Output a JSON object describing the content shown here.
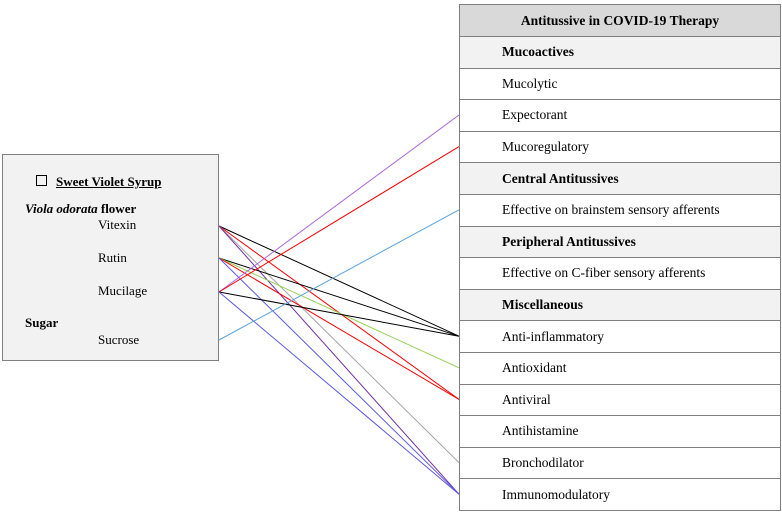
{
  "left_panel": {
    "title": "Sweet Violet Syrup",
    "plant_italic": "Viola odorata",
    "plant_suffix": " flower",
    "compounds": [
      "Vitexin",
      "Rutin",
      "Mucilage"
    ],
    "sugar_heading": "Sugar",
    "sugar_item": "Sucrose"
  },
  "right_table": {
    "header": "Antitussive  in  COVID-19 Therapy",
    "rows": [
      {
        "type": "section",
        "label": "Mucoactives"
      },
      {
        "type": "item",
        "label": "Mucolytic"
      },
      {
        "type": "item",
        "label": "Expectorant"
      },
      {
        "type": "item",
        "label": "Mucoregulatory"
      },
      {
        "type": "section",
        "label": "Central Antitussives"
      },
      {
        "type": "item",
        "label": "Effective on brainstem sensory afferents"
      },
      {
        "type": "section",
        "label": "Peripheral Antitussives"
      },
      {
        "type": "item",
        "label": "Effective on C-fiber sensory afferents"
      },
      {
        "type": "section",
        "label": "Miscellaneous"
      },
      {
        "type": "item",
        "label": "Anti-inflammatory"
      },
      {
        "type": "item",
        "label": "Antioxidant"
      },
      {
        "type": "item",
        "label": "Antiviral"
      },
      {
        "type": "item",
        "label": "Antihistamine"
      },
      {
        "type": "item",
        "label": "Bronchodilator"
      },
      {
        "type": "item",
        "label": "Immunomodulatory"
      }
    ]
  },
  "connections": [
    {
      "from": "Vitexin",
      "to": "Anti-inflammatory",
      "color": "#000000"
    },
    {
      "from": "Vitexin",
      "to": "Antiviral",
      "color": "#ff0000"
    },
    {
      "from": "Vitexin",
      "to": "Bronchodilator",
      "color": "#a6a6a6"
    },
    {
      "from": "Vitexin",
      "to": "Immunomodulatory",
      "color": "#7030a0"
    },
    {
      "from": "Rutin",
      "to": "Anti-inflammatory",
      "color": "#000000"
    },
    {
      "from": "Rutin",
      "to": "Antioxidant",
      "color": "#92d050"
    },
    {
      "from": "Rutin",
      "to": "Antiviral",
      "color": "#ff0000"
    },
    {
      "from": "Rutin",
      "to": "Immunomodulatory",
      "color": "#5b57e0"
    },
    {
      "from": "Mucilage",
      "to": "Expectorant",
      "color": "#a86ad8"
    },
    {
      "from": "Mucilage",
      "to": "Mucoregulatory",
      "color": "#ff0000"
    },
    {
      "from": "Mucilage",
      "to": "Anti-inflammatory",
      "color": "#000000"
    },
    {
      "from": "Mucilage",
      "to": "Immunomodulatory",
      "color": "#5b57e0"
    },
    {
      "from": "Sucrose",
      "to": "Effective on brainstem sensory afferents",
      "color": "#5ba3d9"
    }
  ]
}
